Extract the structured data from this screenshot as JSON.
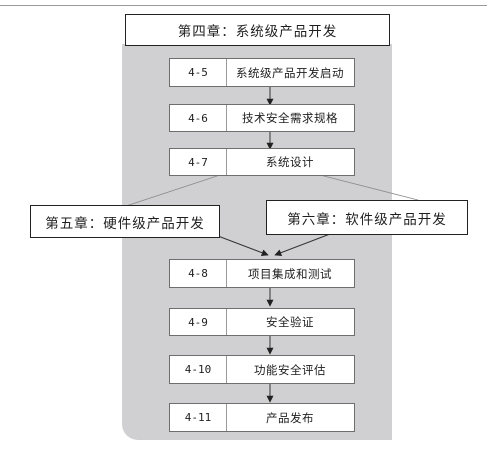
{
  "chapters": {
    "ch4": "第四章：系统级产品开发",
    "ch5": "第五章：硬件级产品开发",
    "ch6": "第六章：软件级产品开发"
  },
  "steps": [
    {
      "num": "4-5",
      "title": "系统级产品开发启动"
    },
    {
      "num": "4-6",
      "title": "技术安全需求规格"
    },
    {
      "num": "4-7",
      "title": "系统设计"
    },
    {
      "num": "4-8",
      "title": "项目集成和测试"
    },
    {
      "num": "4-9",
      "title": "安全验证"
    },
    {
      "num": "4-10",
      "title": "功能安全评估"
    },
    {
      "num": "4-11",
      "title": "产品发布"
    }
  ],
  "colors": {
    "panel": "#d0d0d2",
    "border": "#222222"
  }
}
